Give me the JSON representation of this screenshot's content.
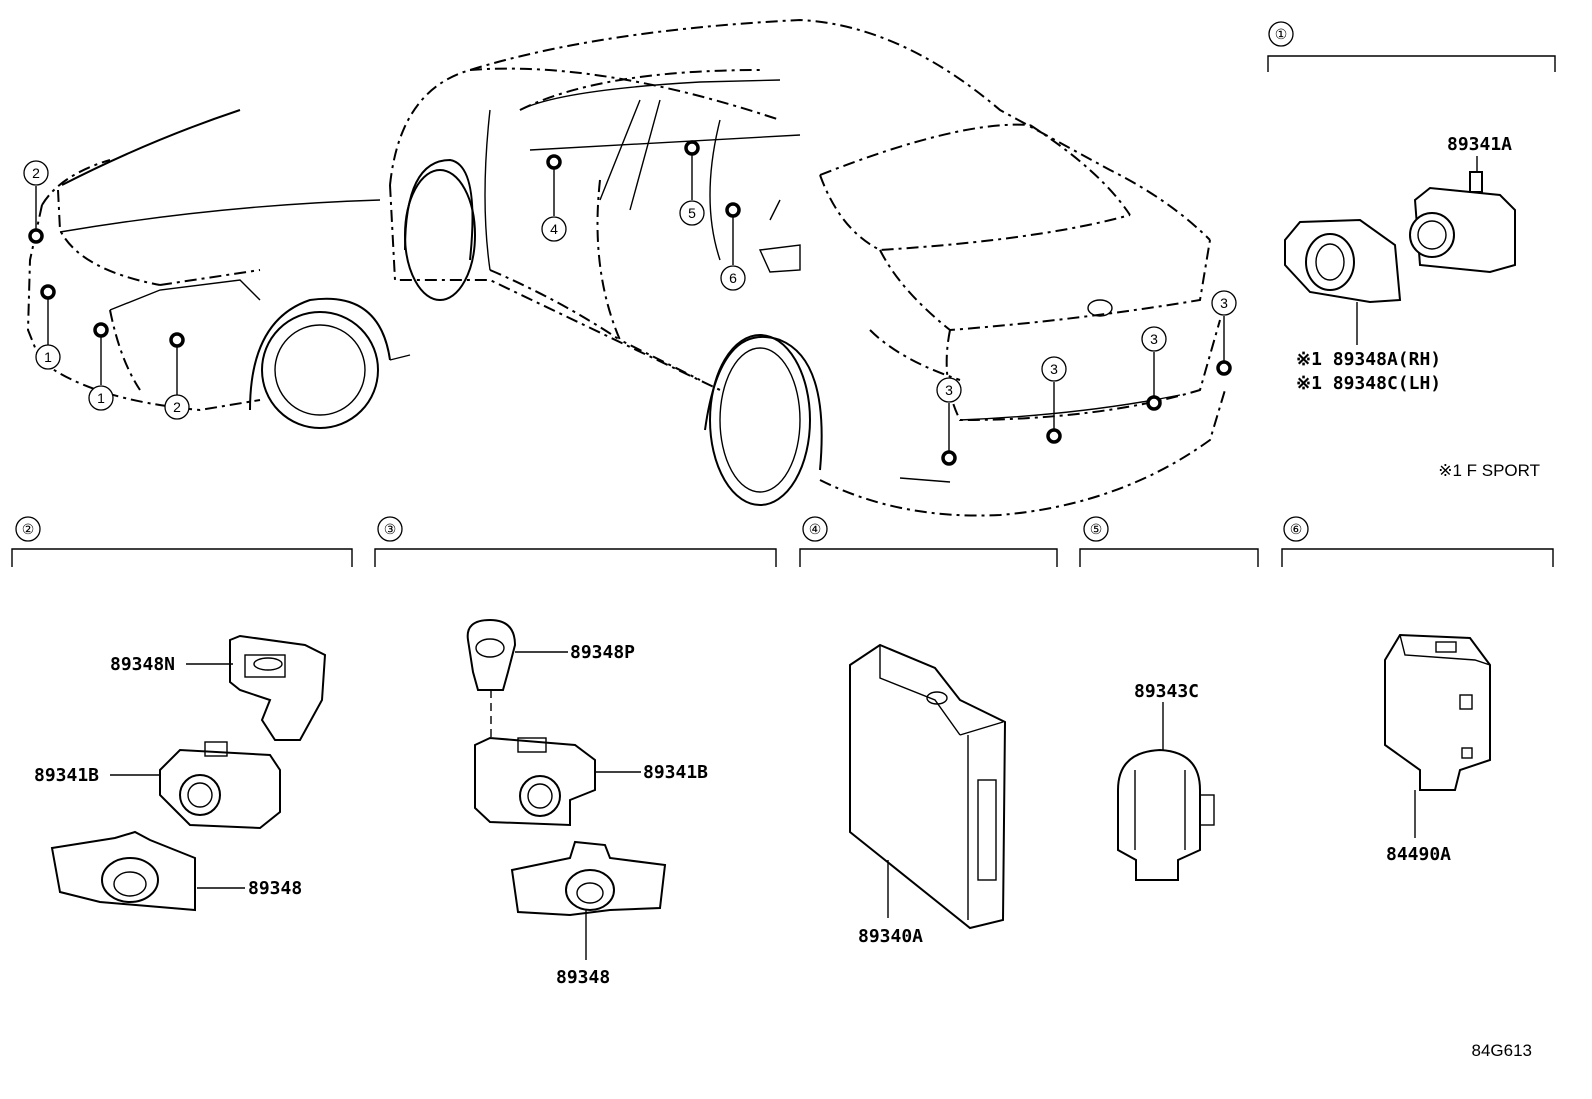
{
  "sections": [
    {
      "num": "①",
      "parts": [
        {
          "label": "89341A"
        },
        {
          "label": "※1 89348A(RH)"
        },
        {
          "label": "※1 89348C(LH)"
        }
      ]
    },
    {
      "num": "②",
      "parts": [
        {
          "label": "89348N"
        },
        {
          "label": "89341B"
        },
        {
          "label": "89348"
        }
      ]
    },
    {
      "num": "③",
      "parts": [
        {
          "label": "89348P"
        },
        {
          "label": "89341B"
        },
        {
          "label": "89348"
        }
      ]
    },
    {
      "num": "④",
      "parts": [
        {
          "label": "89340A"
        }
      ]
    },
    {
      "num": "⑤",
      "parts": [
        {
          "label": "89343C"
        }
      ]
    },
    {
      "num": "⑥",
      "parts": [
        {
          "label": "84490A"
        }
      ]
    }
  ],
  "callouts": {
    "front_1": "1",
    "front_2": "2",
    "rear_3": "3",
    "interior_4": "4",
    "interior_5": "5",
    "interior_6": "6"
  },
  "note": "※1 F SPORT",
  "diagram_code": "84G613"
}
